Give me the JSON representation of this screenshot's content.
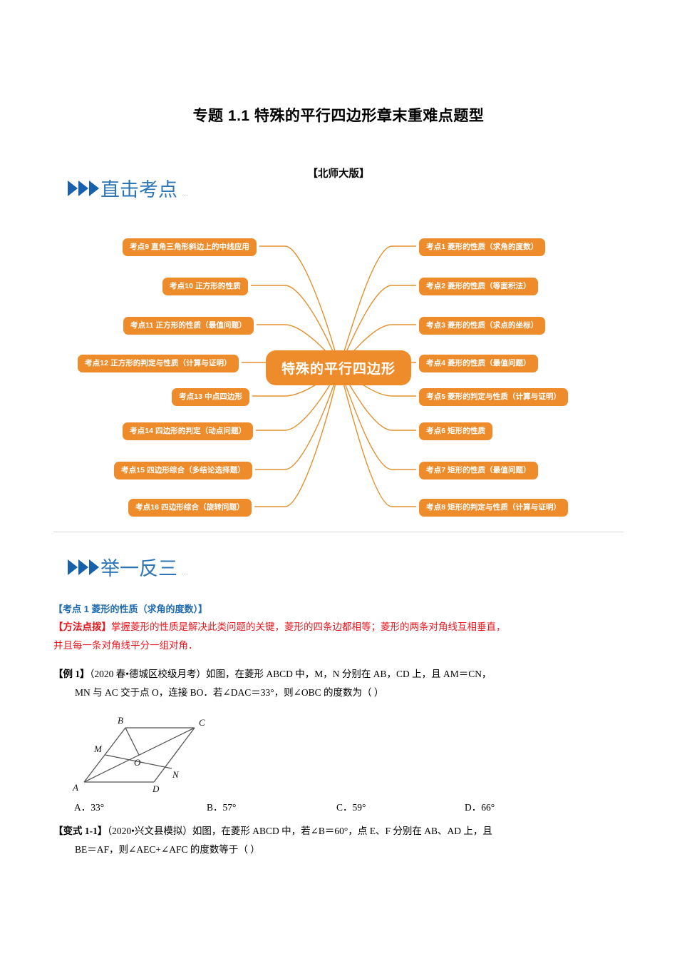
{
  "document": {
    "title": "专题 1.1  特殊的平行四边形章末重难点题型",
    "edition": "【北师大版】"
  },
  "sections": [
    {
      "id": "direct-hit",
      "label": "直击考点",
      "dots": "…"
    },
    {
      "id": "inference",
      "label": "举一反三",
      "dots": "…"
    }
  ],
  "mindmap": {
    "center": "特殊的平行四边形",
    "accent_color": "#ee8b2b",
    "left_branches": [
      {
        "label": "考点9 直角三角形斜边上的中线应用"
      },
      {
        "label": "考点10 正方形的性质"
      },
      {
        "label": "考点11 正方形的性质（最值问题）"
      },
      {
        "label": "考点12 正方形的判定与性质（计算与证明）"
      },
      {
        "label": "考点13 中点四边形"
      },
      {
        "label": "考点14 四边形的判定（动点问题）"
      },
      {
        "label": "考点15 四边形综合（多结论选择题）"
      },
      {
        "label": "考点16 四边形综合（旋转问题）"
      }
    ],
    "right_branches": [
      {
        "label": "考点1 菱形的性质（求角的度数）"
      },
      {
        "label": "考点2 菱形的性质（等面积法）"
      },
      {
        "label": "考点3 菱形的性质（求点的坐标）"
      },
      {
        "label": "考点4 菱形的性质（最值问题）"
      },
      {
        "label": "考点5 菱形的判定与性质（计算与证明）"
      },
      {
        "label": "考点6 矩形的性质"
      },
      {
        "label": "考点7 矩形的性质（最值问题）"
      },
      {
        "label": "考点8 矩形的判定与性质（计算与证明）"
      }
    ]
  },
  "content": {
    "keypoint_heading": "【考点 1  菱形的性质（求角的度数）】",
    "tip_label": "【方法点拨】",
    "tip_text_line1": "掌握菱形的性质是解决此类问题的关键，菱形的四条边都相等；菱形的两条对角线互相垂直，",
    "tip_text_line2": "并且每一条对角线平分一组对角．",
    "example": {
      "label": "【例 1】",
      "line1": "（2020 春•德城区校级月考）如图，在菱形 ABCD 中，M，N 分别在 AB，CD 上，且 AM＝CN，",
      "line2": "MN 与 AC 交于点 O，连接 BO．若∠DAC＝33°，则∠OBC 的度数为（      ）",
      "options": [
        "A．33°",
        "B．57°",
        "C．59°",
        "D．66°"
      ],
      "figure_labels": [
        "A",
        "B",
        "C",
        "D",
        "M",
        "N",
        "O"
      ]
    },
    "variant": {
      "label": "【变式 1-1】",
      "line1": "（2020•兴文县模拟）如图，在菱形 ABCD 中，若∠B＝60°，点 E、F 分别在 AB、AD 上，且",
      "line2": "BE＝AF，则∠AEC+∠AFC 的度数等于（      ）"
    }
  }
}
